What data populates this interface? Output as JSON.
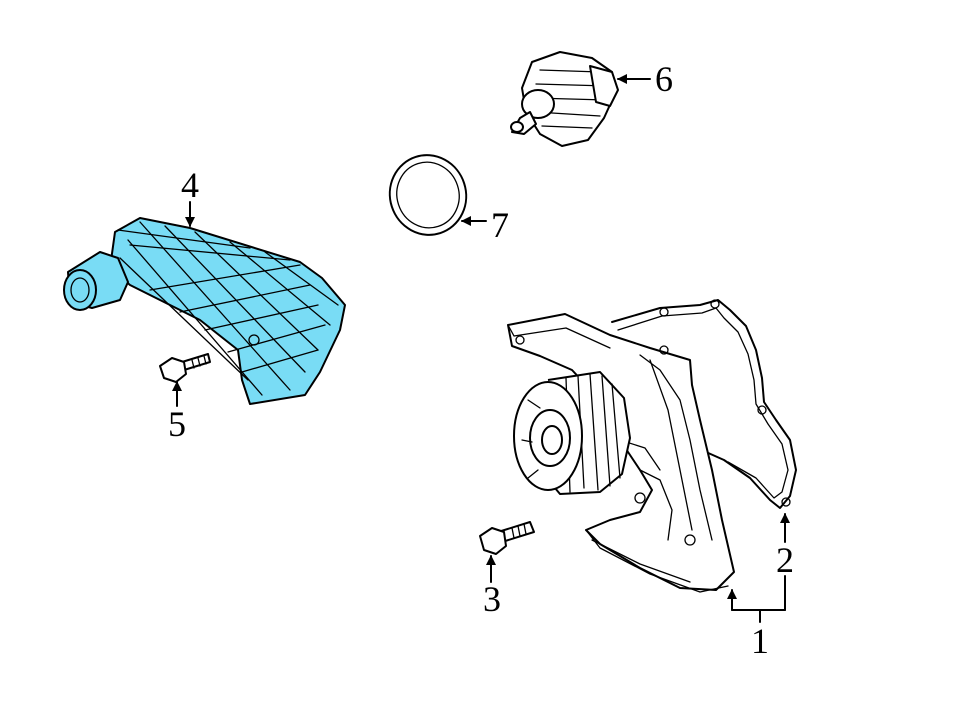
{
  "callouts": {
    "c1": "1",
    "c2": "2",
    "c3": "3",
    "c4": "4",
    "c5": "5",
    "c6": "6",
    "c7": "7"
  },
  "colors": {
    "highlight": "#79dcf5",
    "line": "#000000",
    "background": "#ffffff"
  },
  "highlighted_part": "4"
}
